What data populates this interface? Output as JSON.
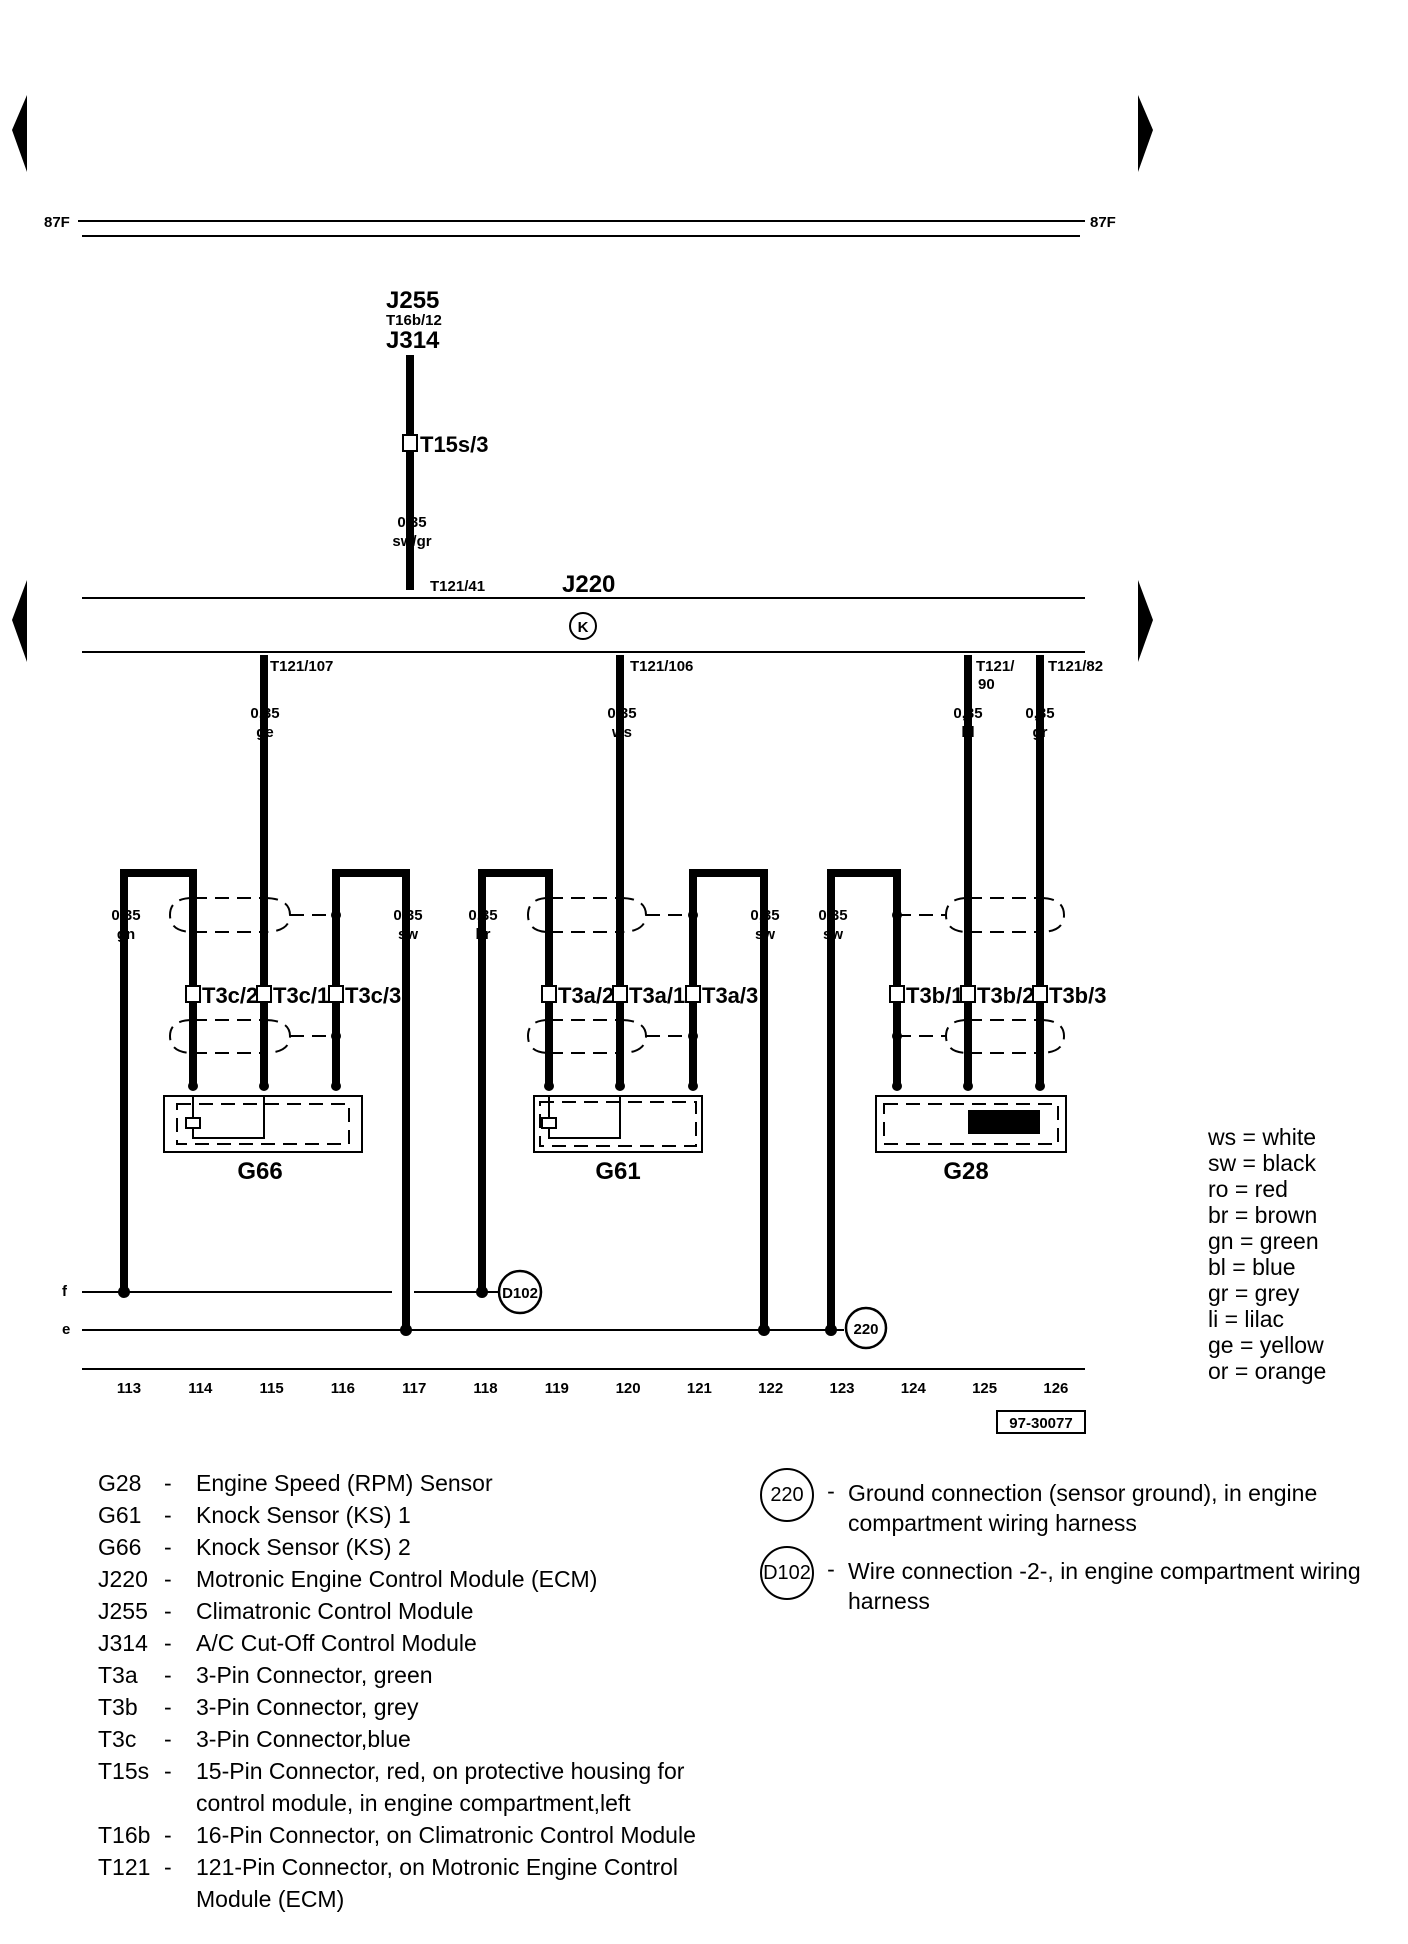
{
  "rails": {
    "top_left": "87F",
    "top_right": "87F",
    "f": "f",
    "e": "e"
  },
  "ecm": {
    "name": "J220",
    "conn": "T121/41",
    "ground_symbol": "K"
  },
  "feed": {
    "j255": "J255",
    "t16b": "T16b/12",
    "j314": "J314",
    "t15s": "T15s/3",
    "gauge": "0,35",
    "color": "sw/gr"
  },
  "ecm_pins": {
    "p107": {
      "conn": "T121/107",
      "gauge": "0,35",
      "color": "ge"
    },
    "p106": {
      "conn": "T121/106",
      "gauge": "0,35",
      "color": "ws"
    },
    "p90": {
      "conn": "T121/",
      "conn2": "90",
      "gauge": "0,35",
      "color": "bl"
    },
    "p82": {
      "conn": "T121/82",
      "gauge": "0,35",
      "color": "gr"
    }
  },
  "wires": {
    "w113": {
      "gauge": "0,35",
      "color": "gn"
    },
    "w117": {
      "gauge": "0,35",
      "color": "sw"
    },
    "w118": {
      "gauge": "0,35",
      "color": "br"
    },
    "w122": {
      "gauge": "0,35",
      "color": "sw"
    },
    "w123": {
      "gauge": "0,35",
      "color": "sw"
    }
  },
  "connectors": {
    "t3c2": "T3c/2",
    "t3c1": "T3c/1",
    "t3c3": "T3c/3",
    "t3a2": "T3a/2",
    "t3a1": "T3a/1",
    "t3a3": "T3a/3",
    "t3b1": "T3b/1",
    "t3b2": "T3b/2",
    "t3b3": "T3b/3"
  },
  "components": {
    "g66": "G66",
    "g61": "G61",
    "g28": "G28"
  },
  "grounds": {
    "d102": "D102",
    "g220": "220"
  },
  "tracks": [
    "113",
    "114",
    "115",
    "116",
    "117",
    "118",
    "119",
    "120",
    "121",
    "122",
    "123",
    "124",
    "125",
    "126"
  ],
  "ref_number": "97-30077",
  "color_legend": [
    "ws = white",
    "sw = black",
    "ro  = red",
    "br  = brown",
    "gn  = green",
    "bl   = blue",
    "gr  = grey",
    "li    = lilac",
    "ge  = yellow",
    "or  = orange"
  ],
  "legend_left": [
    {
      "code": "G28",
      "desc": "Engine Speed (RPM) Sensor"
    },
    {
      "code": "G61",
      "desc": "Knock Sensor (KS) 1"
    },
    {
      "code": "G66",
      "desc": "Knock Sensor (KS) 2"
    },
    {
      "code": "J220",
      "desc": "Motronic Engine Control Module (ECM)"
    },
    {
      "code": "J255",
      "desc": "Climatronic Control Module"
    },
    {
      "code": "J314",
      "desc": "A/C Cut-Off Control Module"
    },
    {
      "code": "T3a",
      "desc": "3-Pin Connector, green"
    },
    {
      "code": "T3b",
      "desc": "3-Pin Connector, grey"
    },
    {
      "code": "T3c",
      "desc": "3-Pin Connector,blue"
    },
    {
      "code": "T15s",
      "desc": "15-Pin Connector, red, on protective housing for control module, in engine compartment,left"
    },
    {
      "code": "T16b",
      "desc": "16-Pin Connector, on Climatronic Control Module"
    },
    {
      "code": "T121",
      "desc": "121-Pin Connector, on Motronic Engine Control Module (ECM)"
    }
  ],
  "legend_right": [
    {
      "symbol": "220",
      "desc": "Ground connection (sensor ground), in engine compartment wiring harness"
    },
    {
      "symbol": "D102",
      "desc": "Wire connection -2-, in engine compartment wiring harness"
    }
  ],
  "legend_dash": "-"
}
